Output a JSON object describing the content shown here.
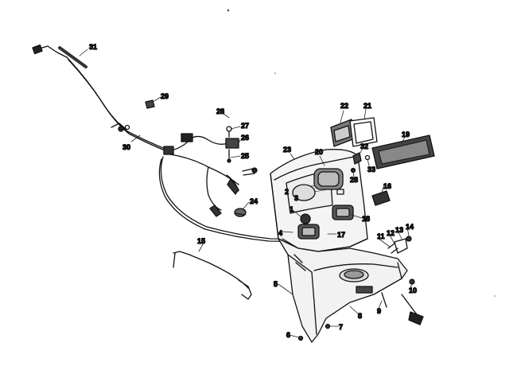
{
  "colors": {
    "ink": "#111111",
    "paper": "#ffffff",
    "tone": "#555555",
    "dark": "#222222"
  },
  "callouts": {
    "n1": "1",
    "n2": "2",
    "n3": "3",
    "n4": "4",
    "n5": "5",
    "n6": "6",
    "n7": "7",
    "n8": "8",
    "n9": "9",
    "n10": "10",
    "n11": "11",
    "n12": "12",
    "n13": "13",
    "n14": "14",
    "n15": "15",
    "n16": "16",
    "n17": "17",
    "n18": "18",
    "n19": "19",
    "n20": "20",
    "n21": "21",
    "n22": "22",
    "n23": "23",
    "n24": "24",
    "n25": "25",
    "n26": "26",
    "n27": "27",
    "n28": "28",
    "n29": "29",
    "n30": "30",
    "n31": "31",
    "n32": "32",
    "n33": "33"
  }
}
